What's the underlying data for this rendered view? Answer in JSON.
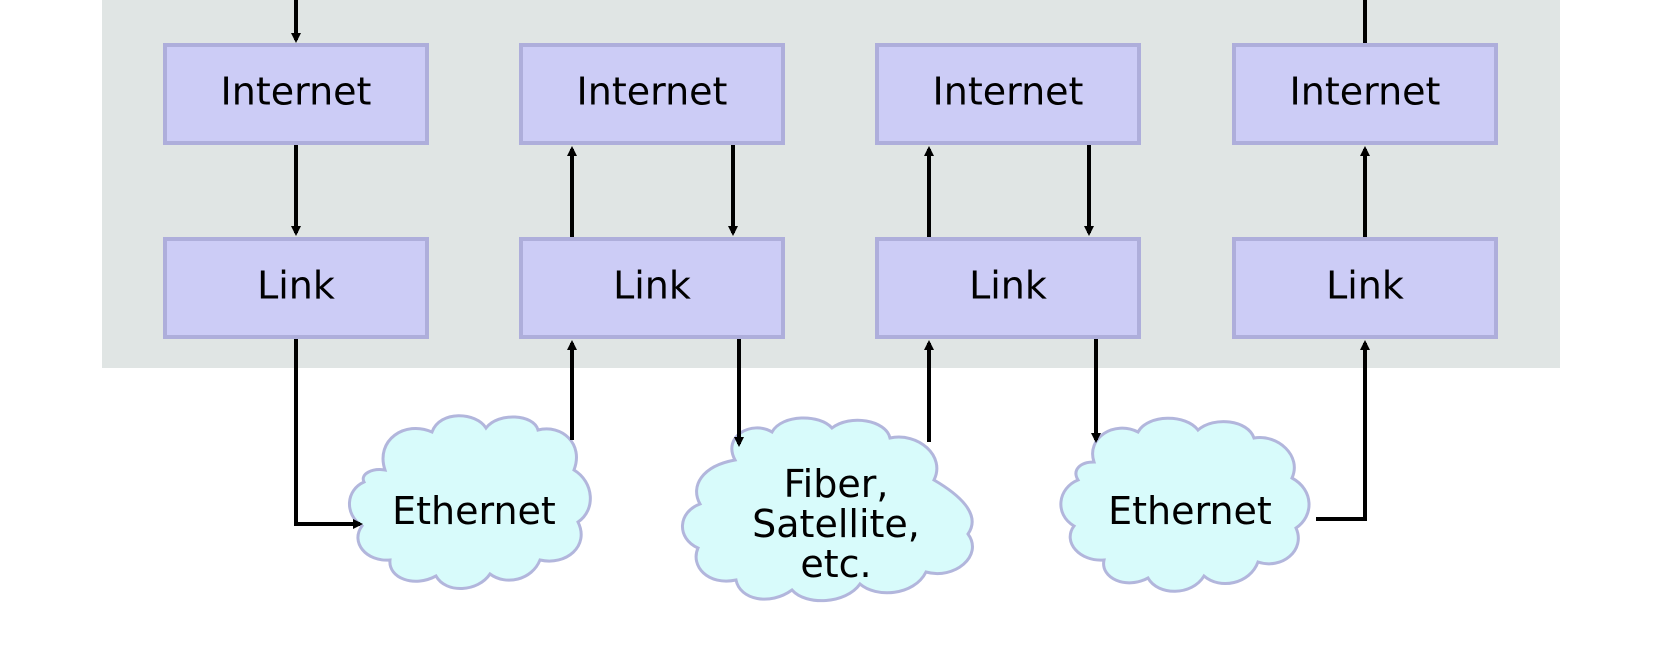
{
  "colors": {
    "stack_background": "#e0e5e4",
    "layer_fill": "#ccccf6",
    "layer_border": "#aeaedb",
    "cloud_fill": "#d8fbfb",
    "cloud_border": "#b2b6dc",
    "arrow": "#000000"
  },
  "layers": {
    "internet_label": "Internet",
    "link_label": "Link"
  },
  "stacks": [
    {
      "internet": "Internet",
      "link": "Link"
    },
    {
      "internet": "Internet",
      "link": "Link"
    },
    {
      "internet": "Internet",
      "link": "Link"
    },
    {
      "internet": "Internet",
      "link": "Link"
    }
  ],
  "networks": [
    {
      "lines": [
        "Ethernet"
      ]
    },
    {
      "lines": [
        "Fiber,",
        "Satellite,",
        "etc."
      ]
    },
    {
      "lines": [
        "Ethernet"
      ]
    }
  ]
}
